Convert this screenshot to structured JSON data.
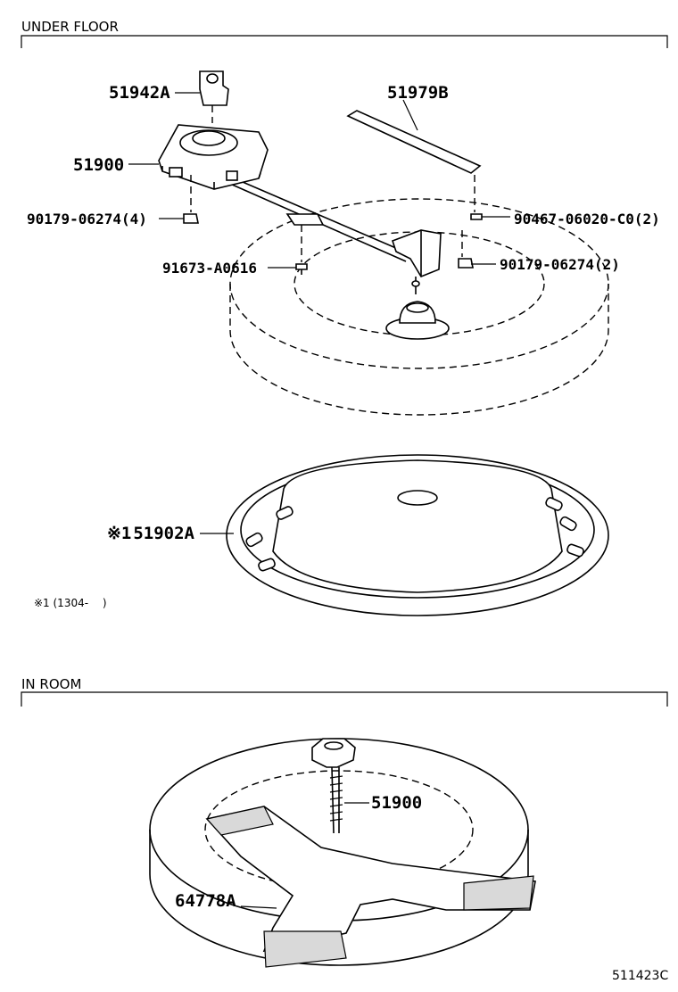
{
  "sections": [
    {
      "label": "UNDER FLOOR"
    },
    {
      "label": "IN ROOM"
    }
  ],
  "parts": {
    "p51942a": "51942A",
    "p51979b": "51979B",
    "p51900_top": "51900",
    "p90179_left": "90179-06274(4)",
    "p90467": "90467-06020-C0(2)",
    "p91673": "91673-A0616",
    "p90179_right": "90179-06274(2)",
    "p51902a": "51902A",
    "p51900_room": "51900",
    "p64778a": "64778A"
  },
  "notes": {
    "mark_51902a": "※1",
    "footnote": "※1 (1304-　 )"
  },
  "figure_code": "511423C"
}
